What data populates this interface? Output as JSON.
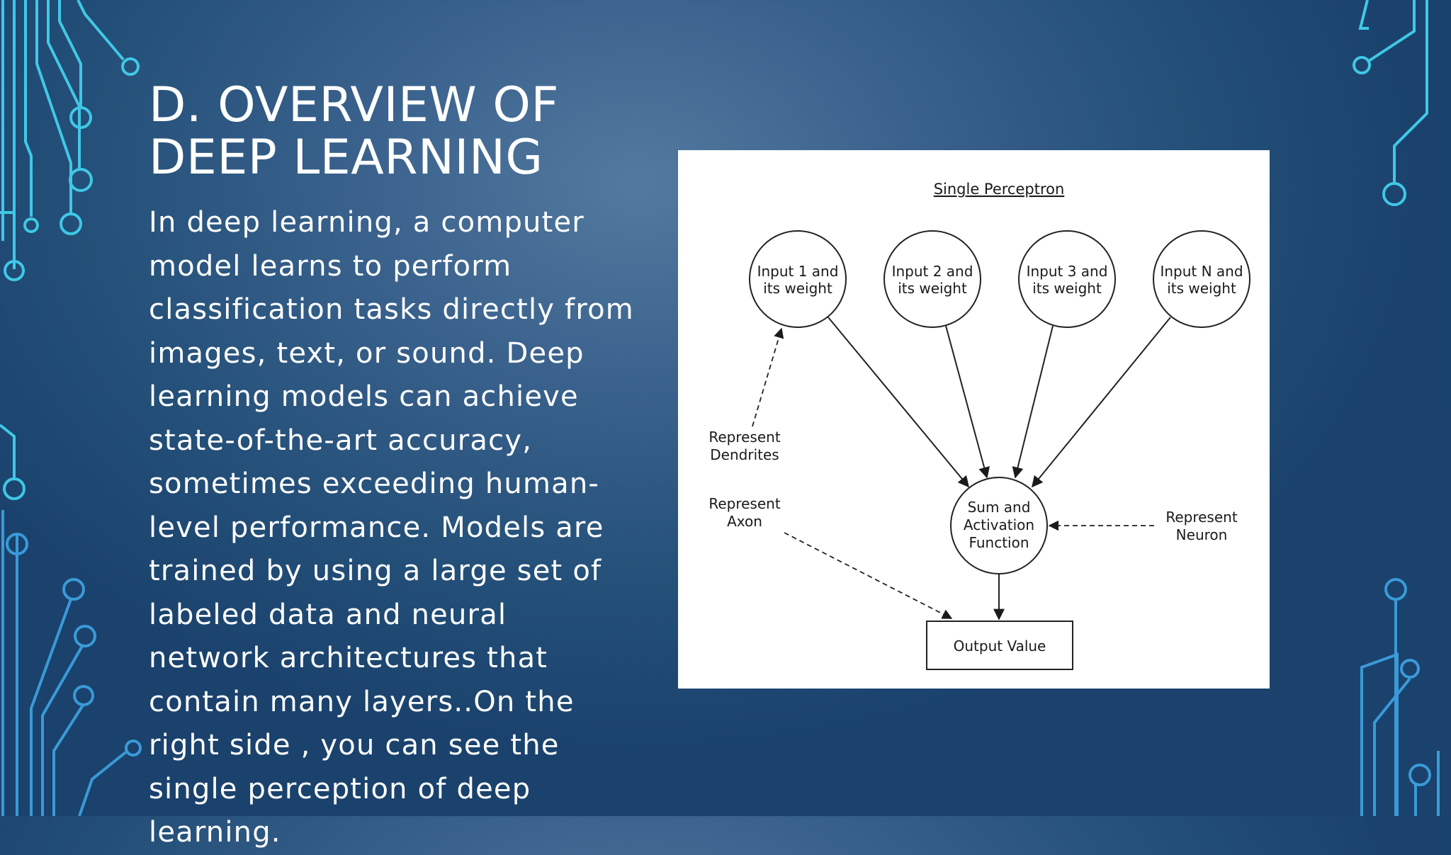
{
  "slide": {
    "title": "D. OVERVIEW OF DEEP LEARNING",
    "title_lines": [
      "D. OVERVIEW OF",
      "DEEP LEARNING"
    ],
    "body": "In deep learning, a computer model learns to perform classification tasks directly from images, text, or sound. Deep learning models can achieve state-of-the-art accuracy, sometimes exceeding human-level performance. Models are trained by using a large set of labeled data and neural network architectures that contain many layers..On the right side , you can see the single perception of deep learning."
  },
  "diagram": {
    "title": "Single Perceptron",
    "inputs": [
      {
        "line1": "Input 1 and",
        "line2": "its weight"
      },
      {
        "line1": "Input 2 and",
        "line2": "its weight"
      },
      {
        "line1": "Input 3 and",
        "line2": "its weight"
      },
      {
        "line1": "Input N and",
        "line2": "its weight"
      }
    ],
    "neuron": {
      "line1": "Sum and",
      "line2": "Activation",
      "line3": "Function"
    },
    "output": "Output Value",
    "annotations": {
      "dendrites": {
        "line1": "Represent",
        "line2": "Dendrites"
      },
      "axon": {
        "line1": "Represent",
        "line2": "Axon"
      },
      "neuron": {
        "line1": "Represent",
        "line2": "Neuron"
      }
    }
  },
  "colors": {
    "background": "#245079",
    "text": "#ffffff",
    "circuit_cyan": "#3fc8e6",
    "circuit_blue": "#3a9ad8"
  }
}
